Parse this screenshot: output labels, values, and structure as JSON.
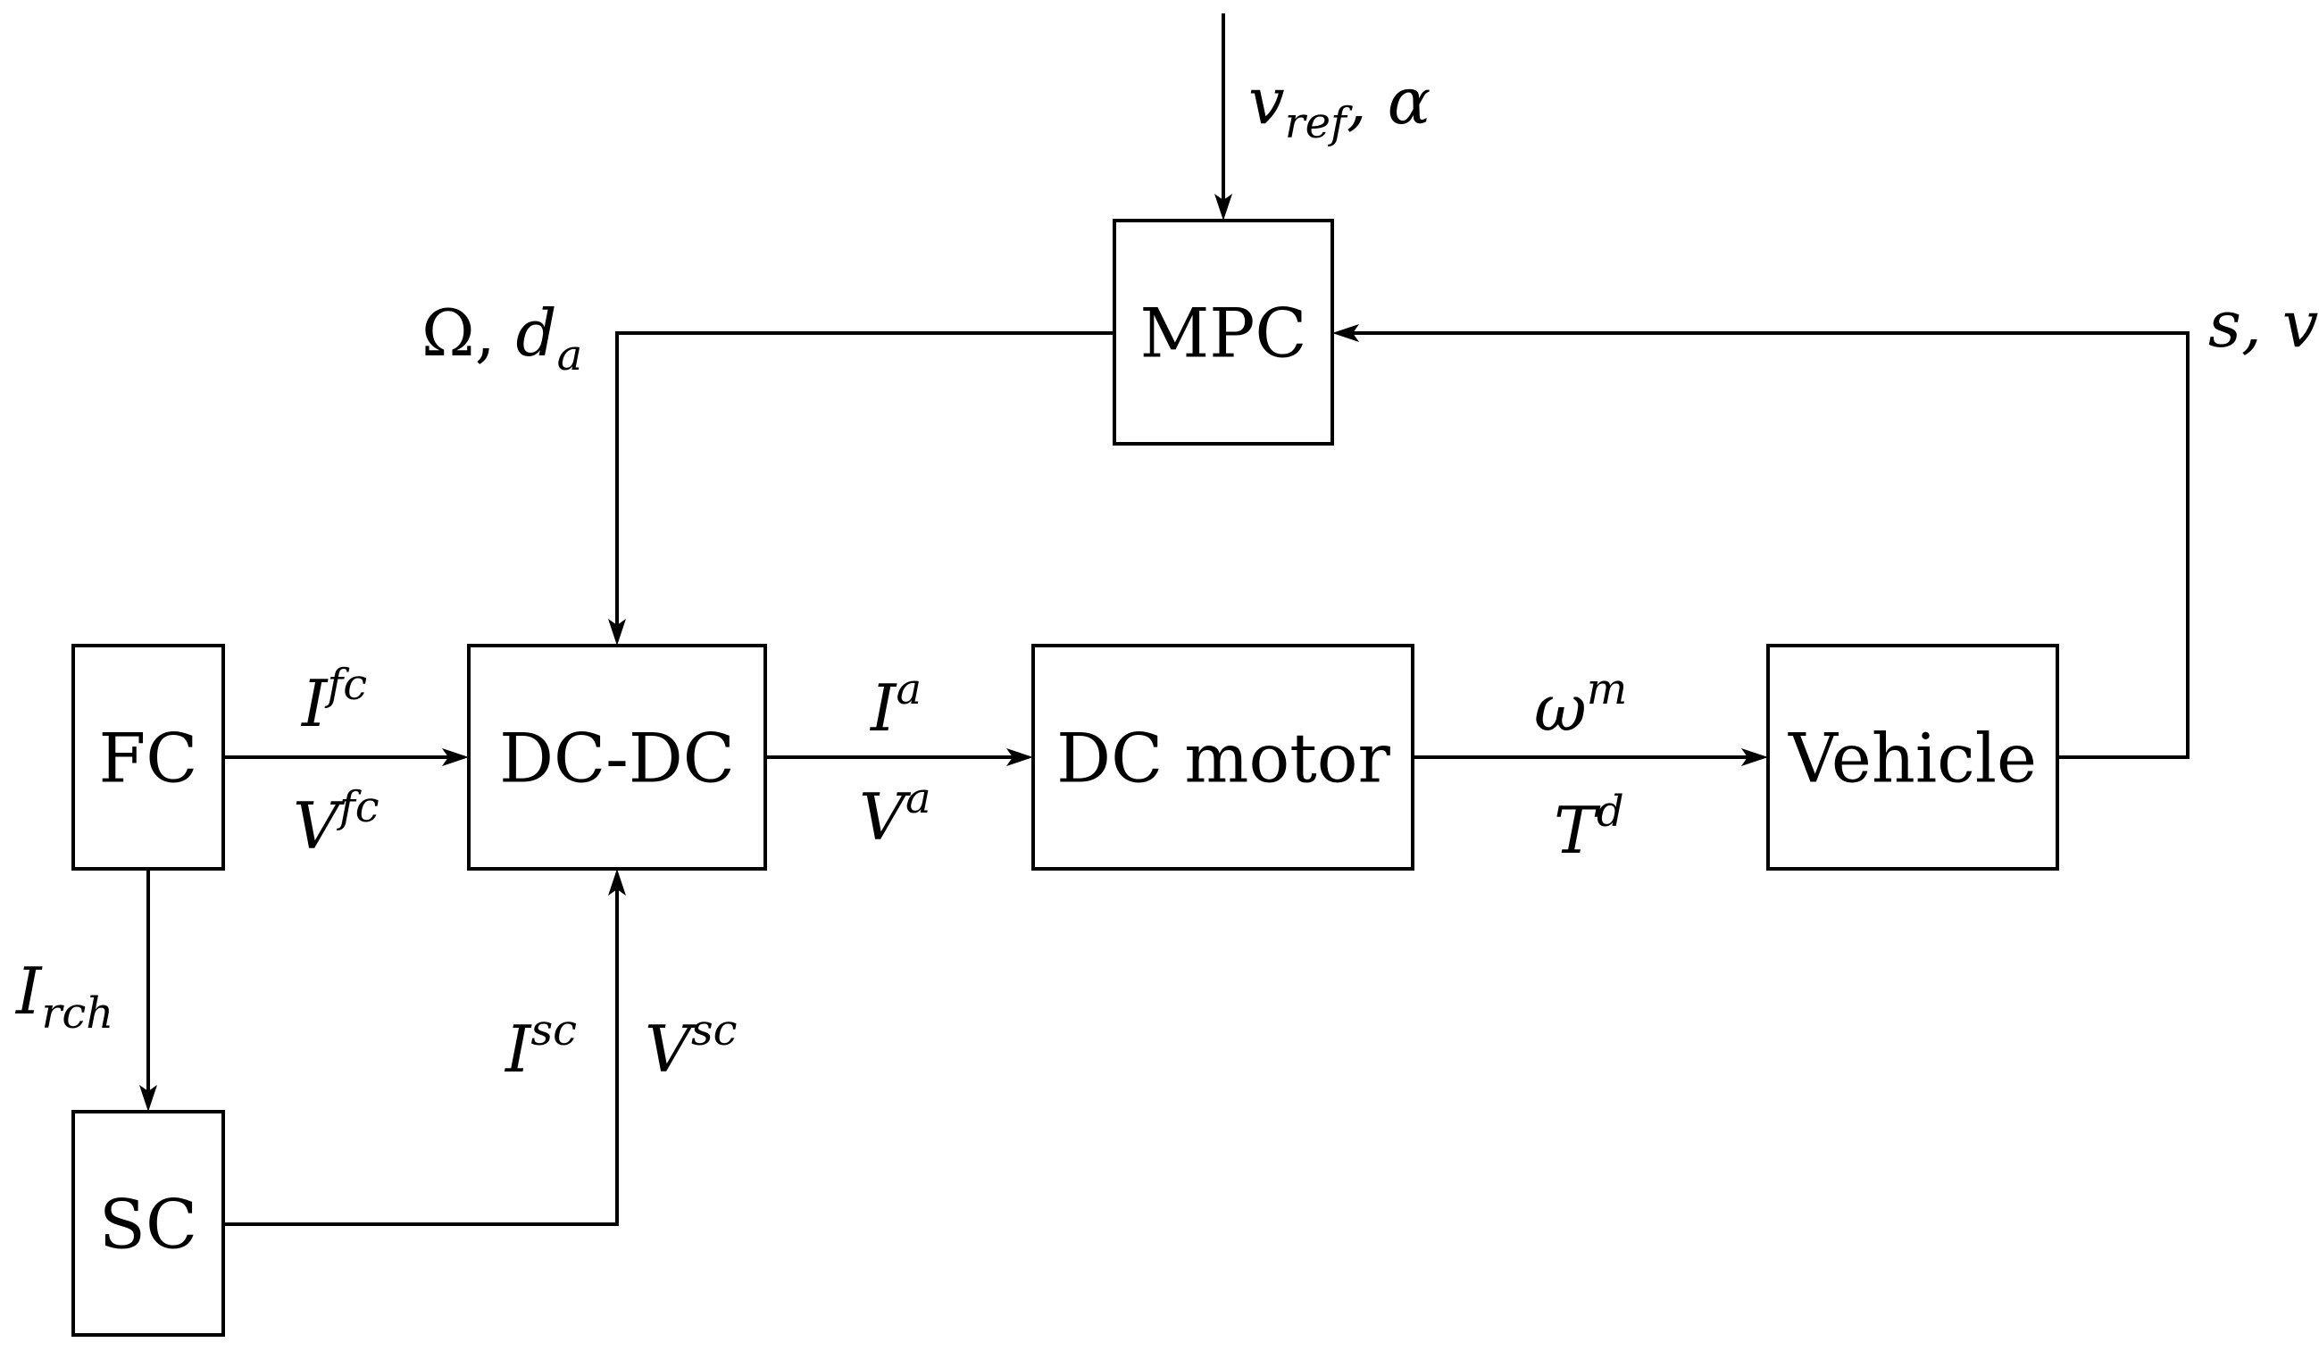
{
  "blocks": {
    "mpc": "MPC",
    "fc": "FC",
    "dcdc": "DC-DC",
    "motor": "DC motor",
    "vehicle": "Vehicle",
    "sc": "SC"
  },
  "signals": {
    "reference": {
      "base": "v",
      "sub": "ref",
      "tail": ", α"
    },
    "control": {
      "omega": "Ω",
      "sep": ", ",
      "base": "d",
      "sub": "a"
    },
    "feedback": "s, v",
    "fc_current": {
      "base": "I",
      "sup": "fc"
    },
    "fc_voltage": {
      "base": "V",
      "sup": "fc"
    },
    "armature_current": {
      "base": "I",
      "sup": "a"
    },
    "armature_voltage": {
      "base": "V",
      "sup": "a"
    },
    "motor_speed": {
      "base": "ω",
      "sup": "m"
    },
    "drive_torque": {
      "base": "T",
      "sup": "d"
    },
    "recharge_current": {
      "base": "I",
      "sub": "rch"
    },
    "sc_current": {
      "base": "I",
      "sup": "sc"
    },
    "sc_voltage": {
      "base": "V",
      "sup": "sc"
    }
  }
}
